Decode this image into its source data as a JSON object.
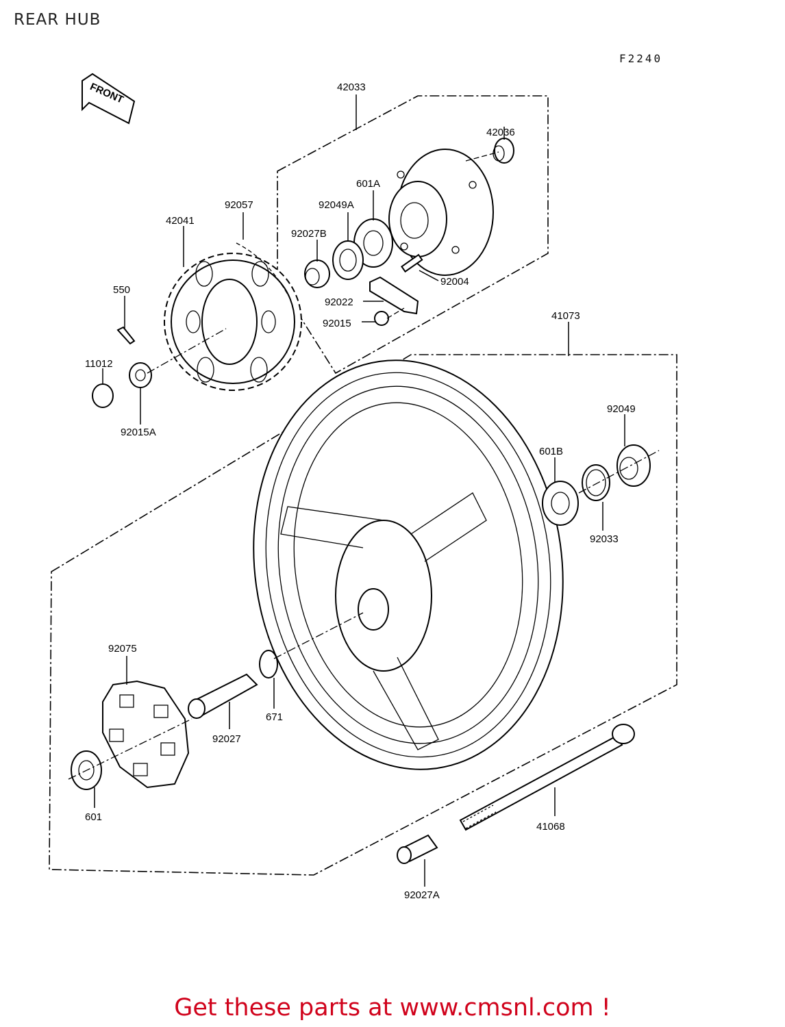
{
  "header": {
    "title": "REAR HUB",
    "figure_code": "F2240"
  },
  "front_arrow": {
    "label": "FRONT"
  },
  "parts": {
    "p42033": "42033",
    "p42036": "42036",
    "p601A": "601A",
    "p92049A": "92049A",
    "p92057": "92057",
    "p42041": "42041",
    "p92027B": "92027B",
    "p550": "550",
    "p92004": "92004",
    "p92022": "92022",
    "p92015": "92015",
    "p11012": "11012",
    "p92015A": "92015A",
    "p41073": "41073",
    "p92049": "92049",
    "p601B": "601B",
    "p92033": "92033",
    "p92075": "92075",
    "p671": "671",
    "p92027": "92027",
    "p601": "601",
    "p41068": "41068",
    "p92027A": "92027A"
  },
  "footer": {
    "banner": "Get these parts at www.cmsnl.com !",
    "banner_color": "#d0021b"
  }
}
